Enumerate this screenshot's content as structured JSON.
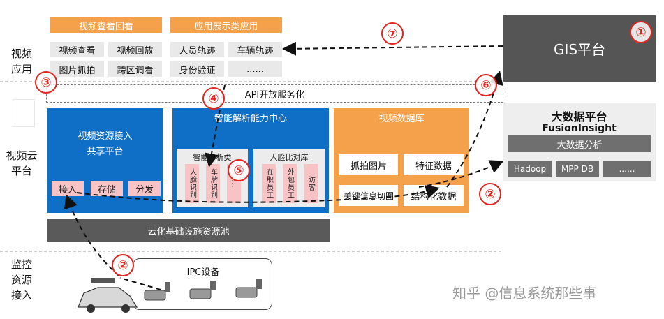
{
  "layers": {
    "app": "视频\n应用",
    "cloud": "视频云\n平台",
    "access": "监控\n资源\n接入"
  },
  "apps": {
    "video_review_title": "视频查看回看",
    "video_review_items": [
      "视频查看",
      "视频回放",
      "图片抓拍",
      "跨区调看"
    ],
    "display_title": "应用展示类应用",
    "display_items": [
      "人员轨迹",
      "车辆轨迹",
      "身份验证",
      "......"
    ]
  },
  "gis": {
    "label": "GIS平台"
  },
  "api": {
    "label": "API开放服务化"
  },
  "resource": {
    "title": "视频资源接入\n共享平台",
    "buttons": [
      "接入",
      "存储",
      "分发"
    ]
  },
  "ai": {
    "title": "智能解析能力中心",
    "smart_title": "智能分析类",
    "smart_items": [
      "人脸识别",
      "车牌识别",
      "..."
    ],
    "face_title": "人脸比对库",
    "face_items": [
      "在职员工",
      "外包员工",
      "访客"
    ]
  },
  "video_db": {
    "title": "视频数据库",
    "items": [
      "抓拍图片",
      "特征数据",
      "关键信息切图",
      "结构化数据"
    ]
  },
  "bigdata": {
    "title": "大数据平台",
    "subtitle": "FusionInsight",
    "analysis": "大数据分析",
    "items": [
      "Hadoop",
      "MPP DB",
      "......"
    ]
  },
  "infra": {
    "label": "云化基础设施资源池"
  },
  "ipc": {
    "label": "IPC设备"
  },
  "markers": [
    "①",
    "②",
    "②",
    "③",
    "④",
    "⑤",
    "⑥",
    "⑦"
  ],
  "watermark": "知乎 @信息系统那些事",
  "colors": {
    "orange": "#f5a04a",
    "blue": "#0f6fc6",
    "dark_gray": "#555555",
    "red": "#e0261f",
    "pink": "#f7c3c5"
  }
}
